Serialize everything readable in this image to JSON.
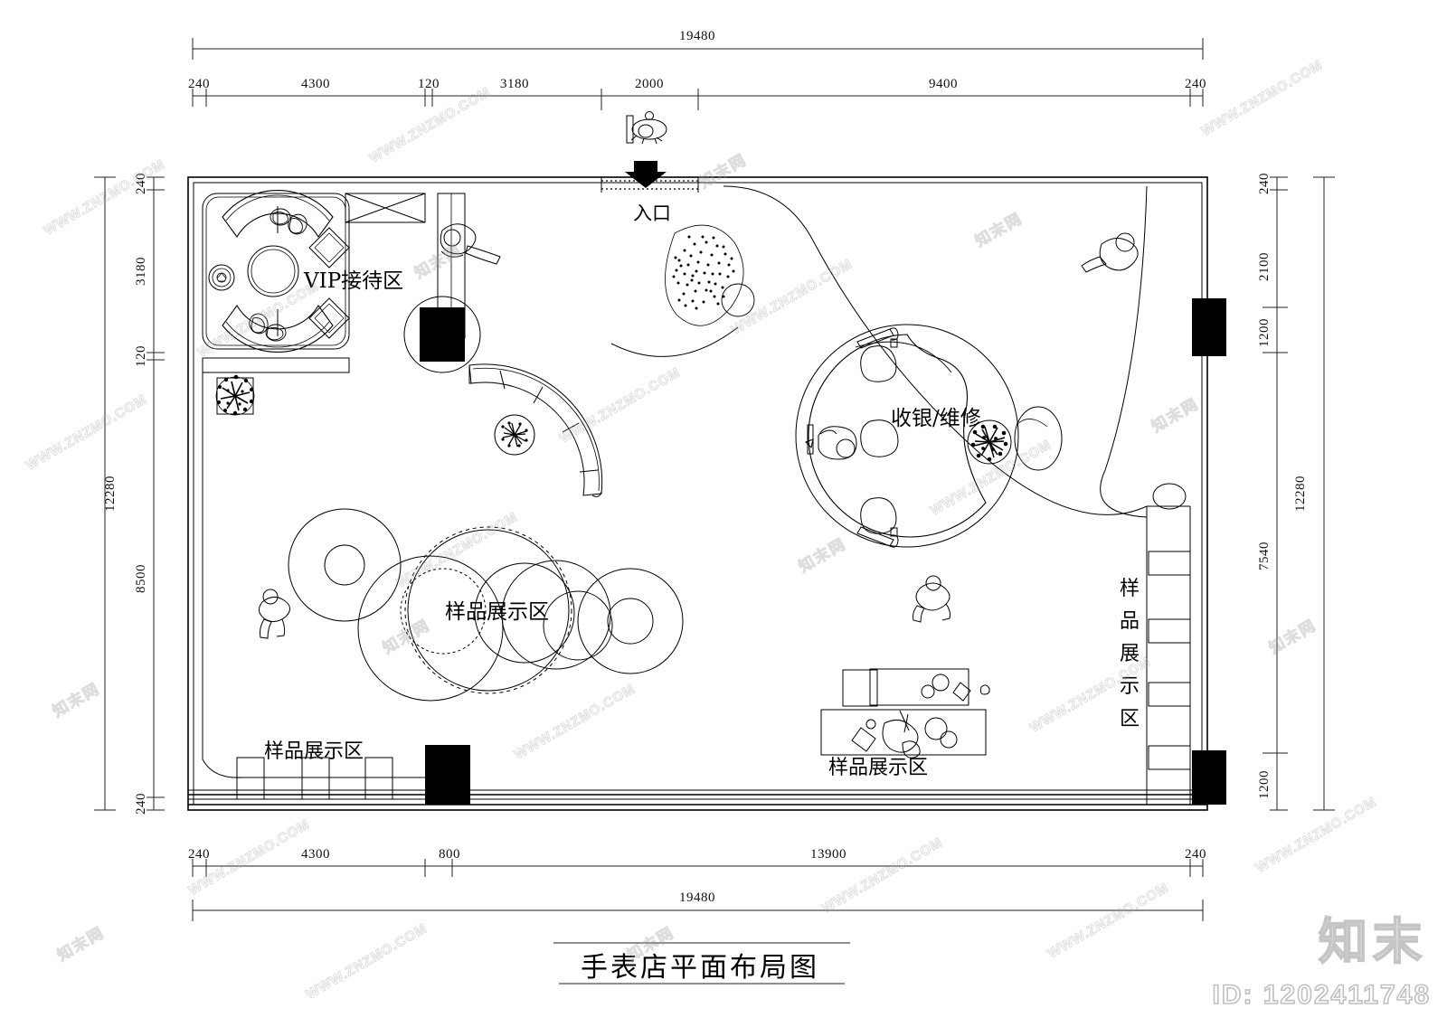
{
  "drawing": {
    "title": "手表店平面布局图",
    "title_en_meaning": "Watch Store Floor Plan Layout",
    "overall_width": "19480",
    "overall_height": "12280"
  },
  "dimensions": {
    "top_overall": "19480",
    "top_chain": [
      "240",
      "4300",
      "120",
      "3180",
      "2000",
      "9400",
      "240"
    ],
    "bottom_overall": "19480",
    "bottom_chain": [
      "240",
      "4300",
      "800",
      "13900",
      "240"
    ],
    "left_overall": "12280",
    "left_chain": [
      "240",
      "3180",
      "120",
      "8500",
      "240"
    ],
    "right_overall": "12280",
    "right_chain": [
      "240",
      "2100",
      "1200",
      "7540",
      "1200"
    ]
  },
  "zones": {
    "vip": "VIP接待区",
    "cashier": "收银/维修",
    "sample_center": "样品展示区",
    "sample_bottom_left": "样品展示区",
    "sample_bottom_center": "样品展示区",
    "sample_right": "样品展示区",
    "entrance": "入口"
  },
  "watermark": {
    "logo": "知末",
    "id": "ID: 1202411748",
    "url": "WWW.ZNZMO.COM",
    "cn": "知末网"
  }
}
